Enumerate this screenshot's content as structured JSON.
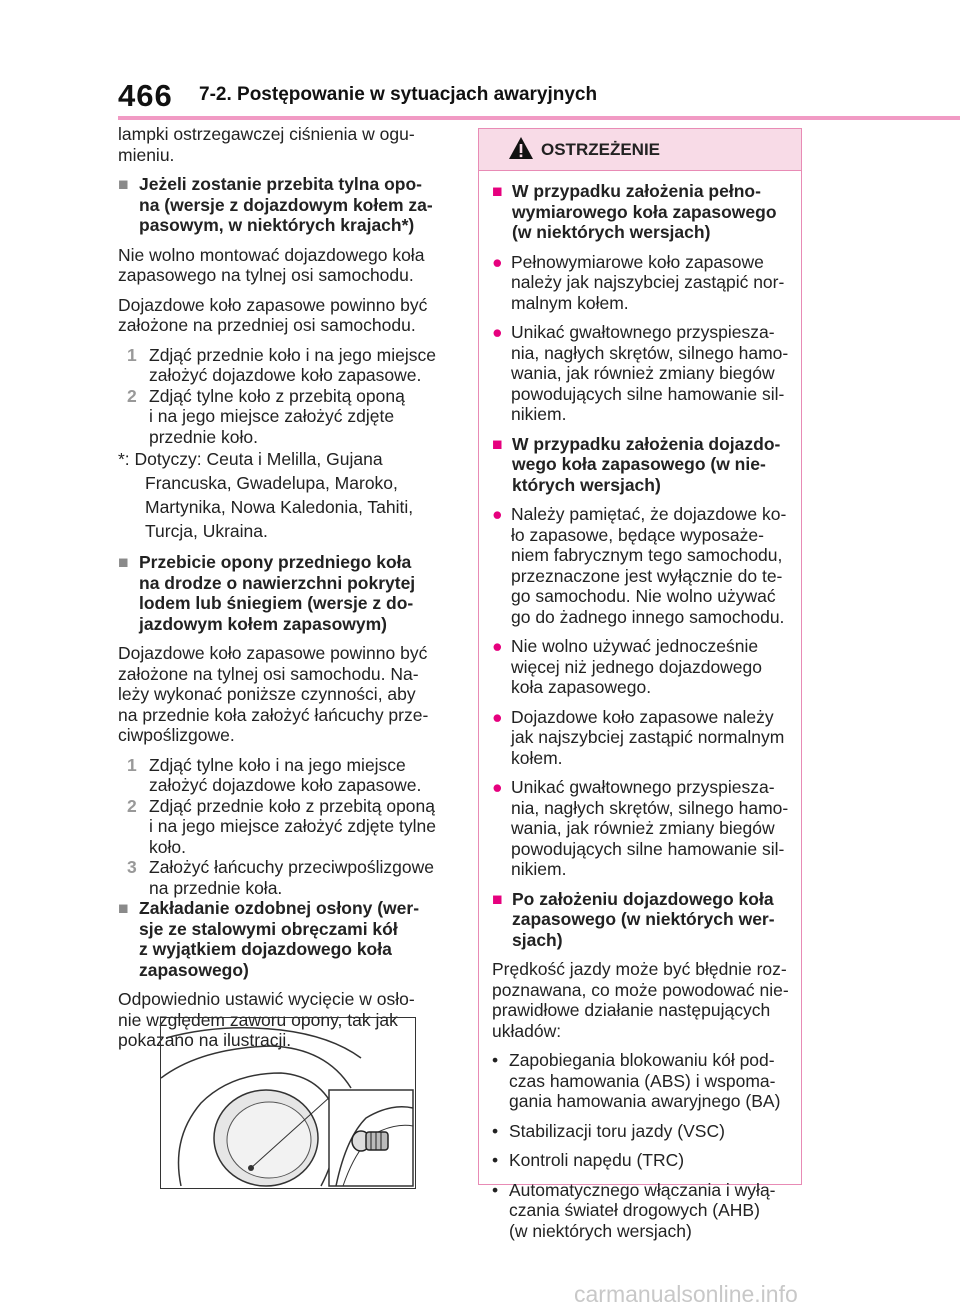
{
  "header": {
    "page_number": "466",
    "section_title": "7-2. Postępowanie w sytuacjach awaryjnych"
  },
  "left_column": {
    "intro": "lampki ostrzegawczej ciśnienia w ogu-\nmieniu.",
    "rear_tire": {
      "heading": "Jeżeli zostanie przebita tylna opo-\nna (wersje z dojazdowym kołem za-\npasowym, w niektórych krajach*)",
      "para1": "Nie wolno montować dojazdowego koła\nzapasowego na tylnej osi samochodu.",
      "para2": "Dojazdowe koło zapasowe powinno być\nzałożone na przedniej osi samochodu.",
      "steps": [
        {
          "num": "1",
          "text": "Zdjąć przednie koło i na jego miejsce\nzałożyć dojazdowe koło zapasowe."
        },
        {
          "num": "2",
          "text": "Zdjąć tylne koło z przebitą oponą\ni na jego miejsce założyć zdjęte\nprzednie koło."
        }
      ],
      "footnote": "*: Dotyczy: Ceuta i Melilla, Gujana\nFrancuska, Gwadelupa, Maroko,\nMartynika, Nowa Kaledonia, Tahiti,\nTurcja, Ukraina."
    },
    "front_tire": {
      "heading": "Przebicie opony przedniego koła\nna drodze o nawierzchni pokrytej\nlodem lub śniegiem (wersje z do-\njazdowym kołem zapasowym)",
      "para": "Dojazdowe koło zapasowe powinno być\nzałożone na tylnej osi samochodu. Na-\nleży wykonać poniższe czynności, aby\nna przednie koła założyć łańcuchy prze-\nciwpoślizgowe.",
      "steps": [
        {
          "num": "1",
          "text": "Zdjąć tylne koło i na jego miejsce\nzałożyć dojazdowe koło zapasowe."
        },
        {
          "num": "2",
          "text": "Zdjąć przednie koło z przebitą oponą\ni na jego miejsce założyć zdjęte tylne\nkoło."
        },
        {
          "num": "3",
          "text": "Założyć łańcuchy przeciwpoślizgowe\nna przednie koła."
        }
      ]
    },
    "wheel_cover": {
      "heading": "Zakładanie ozdobnej osłony (wer-\nsje ze stalowymi obręczami kół\nz wyjątkiem dojazdowego koła\nzapasowego)",
      "para": "Odpowiednio ustawić wycięcie w osło-\nnie względem zaworu opony, tak jak\npokazano na ilustracji."
    }
  },
  "warning_box": {
    "title": "OSTRZEŻENIE",
    "sections": [
      {
        "heading": "W przypadku założenia pełno-\nwymiarowego koła zapasowego\n(w niektórych wersjach)",
        "bullets": [
          "Pełnowymiarowe koło zapasowe\nnależy jak najszybciej zastąpić nor-\nmalnym kołem.",
          "Unikać gwałtownego przyspiesza-\nnia, nagłych skrętów, silnego hamo-\nwania, jak również zmiany biegów\npowodujących silne hamowanie sil-\nnikiem."
        ]
      },
      {
        "heading": "W przypadku założenia dojazdo-\nwego koła zapasowego (w nie-\nktórych wersjach)",
        "bullets": [
          "Należy pamiętać, że dojazdowe ko-\nło zapasowe, będące wyposaże-\nniem fabrycznym tego samochodu,\nprzeznaczone jest wyłącznie do te-\ngo samochodu. Nie wolno używać\ngo do żadnego innego samochodu.",
          "Nie wolno używać jednocześnie\nwięcej niż jednego dojazdowego\nkoła zapasowego.",
          "Dojazdowe koło zapasowe należy\njak najszybciej zastąpić normalnym\nkołem.",
          "Unikać gwałtownego przyspiesza-\nnia, nagłych skrętów, silnego hamo-\nwania, jak również zmiany biegów\npowodujących silne hamowanie sil-\nnikiem."
        ]
      },
      {
        "heading": "Po założeniu dojazdowego koła\nzapasowego (w niektórych wer-\nsjach)",
        "para": "Prędkość jazdy może być błędnie roz-\npoznawana, co może powodować nie-\nprawidłowe działanie następujących\nukładów:",
        "list": [
          "Zapobiegania blokowaniu kół pod-\nczas hamowania (ABS) i wspoma-\ngania hamowania awaryjnego (BA)",
          "Stabilizacji toru jazdy (VSC)",
          "Kontroli napędu (TRC)",
          "Automatycznego włączania i wyłą-\nczania świateł drogowych (AHB)\n(w niektórych wersjach)"
        ]
      }
    ]
  },
  "watermark": "carmanualsonline.info",
  "colors": {
    "accent_pink": "#e6007e",
    "header_rule": "#f19ac4",
    "warning_head_bg": "#f8dbe7",
    "warning_border": "#e88bb5"
  }
}
